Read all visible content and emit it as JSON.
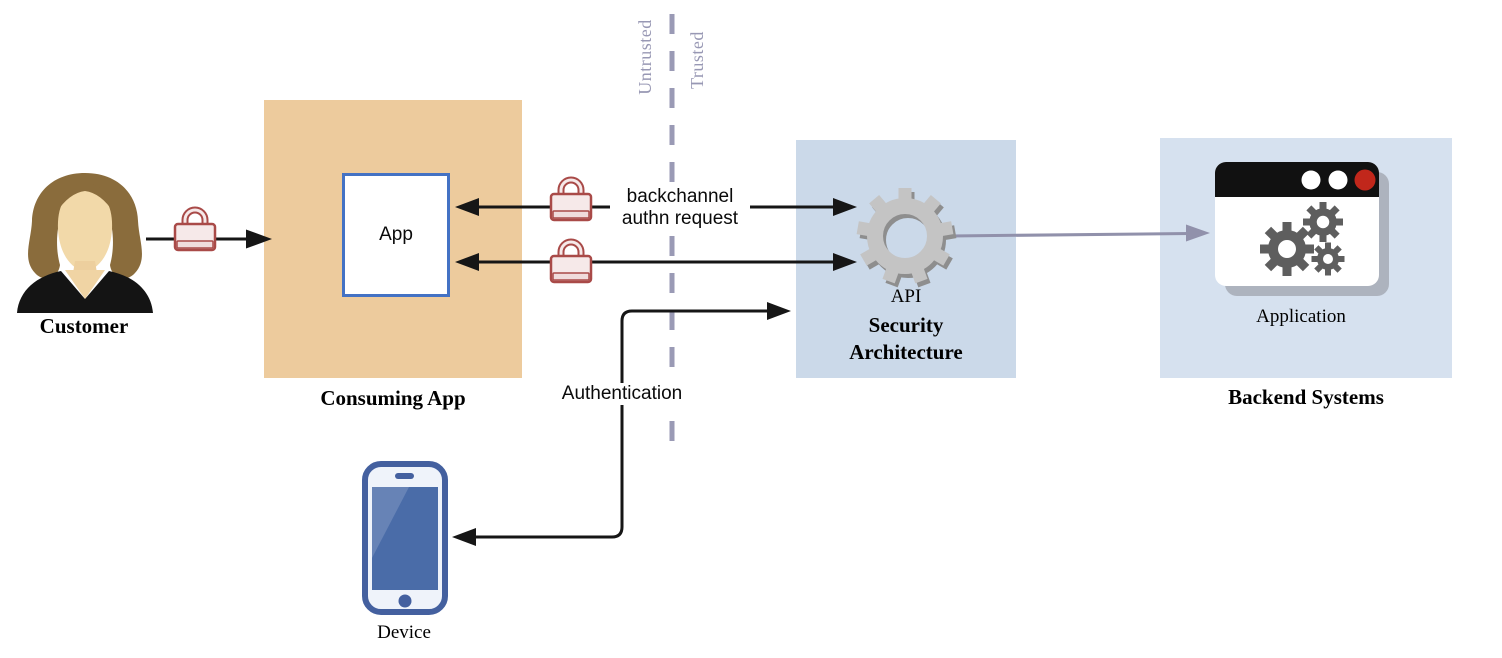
{
  "nodes": {
    "customer": {
      "label": "Customer"
    },
    "consuming_app": {
      "label": "Consuming App"
    },
    "app": {
      "label": "App"
    },
    "security": {
      "api_label": "API",
      "title_line1": "Security",
      "title_line2": "Architecture"
    },
    "backend": {
      "label": "Backend Systems",
      "app_label": "Application"
    },
    "device": {
      "label": "Device"
    }
  },
  "edges": {
    "backchannel": {
      "line1": "backchannel",
      "line2": "authn request"
    },
    "authentication": {
      "label": "Authentication"
    }
  },
  "boundary": {
    "left_label": "Untrusted",
    "right_label": "Trusted"
  },
  "colors": {
    "consuming-fill": "#EDCB9D",
    "security-fill": "#CBD9E9",
    "backend-fill": "#D6E1EF",
    "app-border": "#4472C4",
    "arrow": "#161616",
    "link": "#9191AB",
    "boundary": "#9A9AB5",
    "boundary-text": "#9898B4",
    "lock-stroke": "#A94A48",
    "lock-fill": "#F6E9E9",
    "lock-band": "#F0DCDC",
    "gear-light": "#C4C4C4",
    "gear-shadow": "#8E8E8E",
    "gear-dark": "#5E5E5E",
    "phone-blue": "#44609F",
    "phone-body": "#EFF3FA",
    "screen-blue": "#4A6CA8",
    "titlebar": "#111111",
    "dot-red": "#C1271B",
    "hair": "#8A6C3C",
    "skin": "#F2D9A9",
    "suit": "#141414"
  }
}
